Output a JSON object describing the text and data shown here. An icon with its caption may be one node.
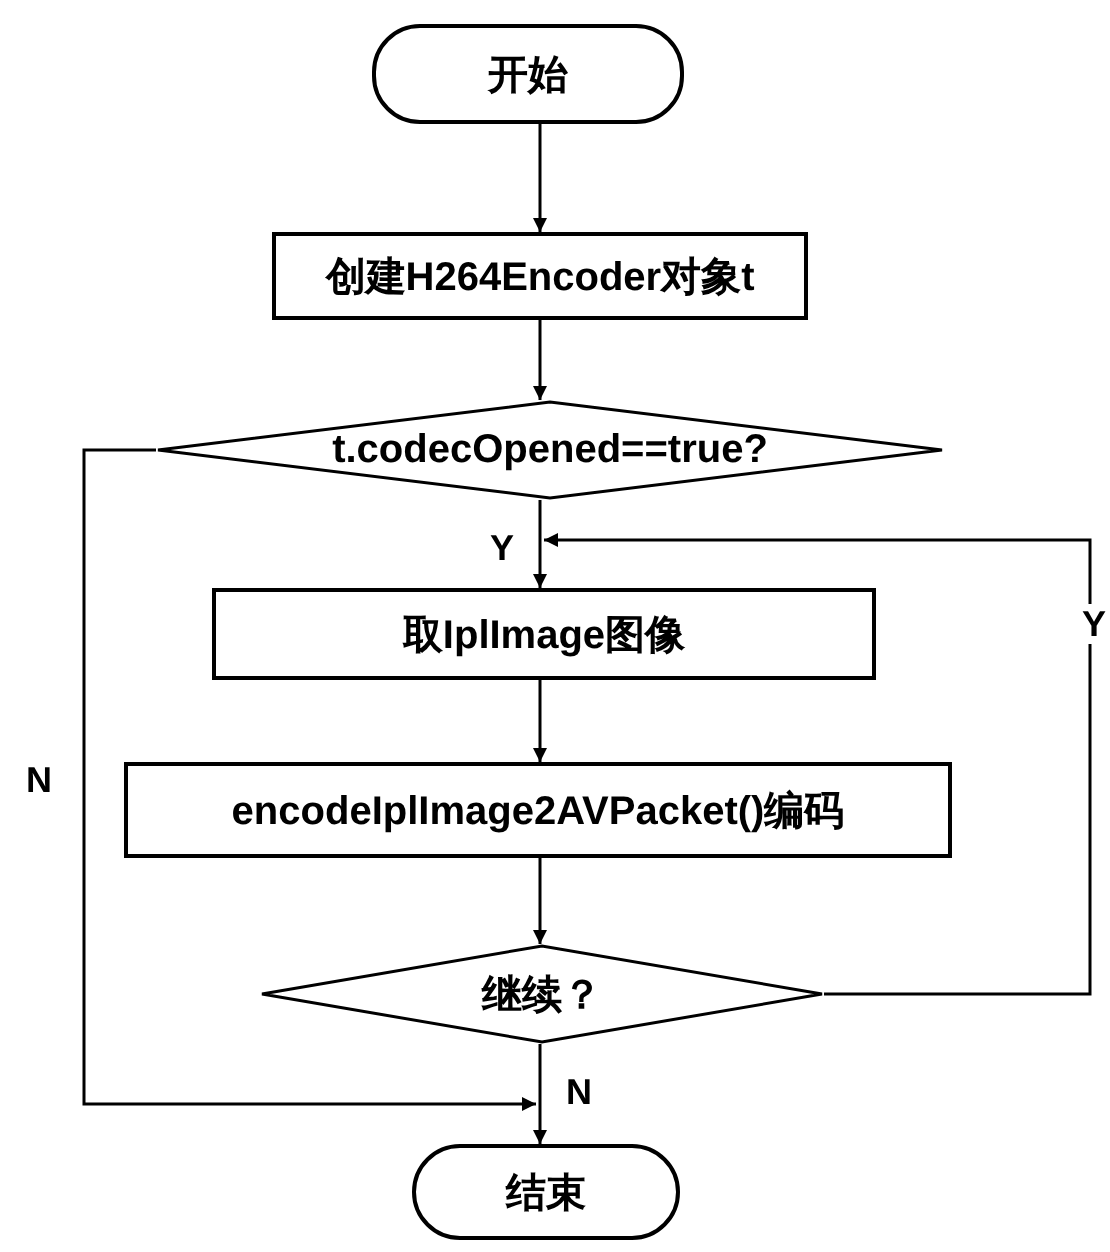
{
  "diagram": {
    "nodes": [
      {
        "text": [
          "开始"
        ]
      },
      {
        "text": [
          "创建H264Encoder对象t"
        ]
      },
      {
        "text": [
          "t.codecOpened==true?"
        ]
      },
      {
        "text": [
          "取IplImage图像"
        ]
      },
      {
        "text": [
          "encodeIplImage2AVPacket()编码"
        ]
      },
      {
        "text": [
          "继续？"
        ]
      },
      {
        "text": [
          "结束"
        ]
      }
    ],
    "edges": [
      {
        "from": 0,
        "to": 1,
        "arrow": "to"
      },
      {
        "from": 1,
        "to": 2,
        "arrow": "to"
      },
      {
        "from": 2,
        "to": 3,
        "arrow": "to",
        "label": "Y"
      },
      {
        "from": 3,
        "to": 4,
        "arrow": "to"
      },
      {
        "from": 4,
        "to": 5,
        "arrow": "to"
      },
      {
        "from": 5,
        "to": 3,
        "arrow": "to",
        "label": "Y"
      },
      {
        "from": 2,
        "to": 6,
        "arrow": "to",
        "label": "N"
      },
      {
        "from": 5,
        "to": 6,
        "arrow": "to",
        "label": "N"
      }
    ]
  }
}
